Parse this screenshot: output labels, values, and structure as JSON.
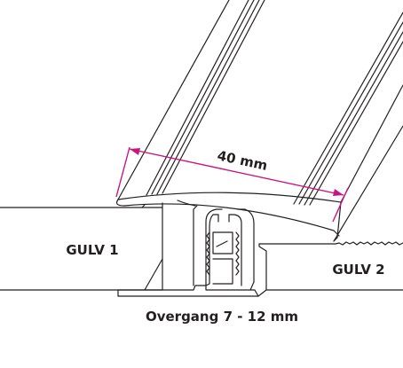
{
  "labels": {
    "dimension": "40 mm",
    "floor_left": "GULV 1",
    "floor_right": "GULV 2",
    "transition": "Overgang 7 - 12 mm"
  },
  "colors": {
    "line": "#231f20",
    "dimension": "#c8157f",
    "background": "#ffffff"
  }
}
